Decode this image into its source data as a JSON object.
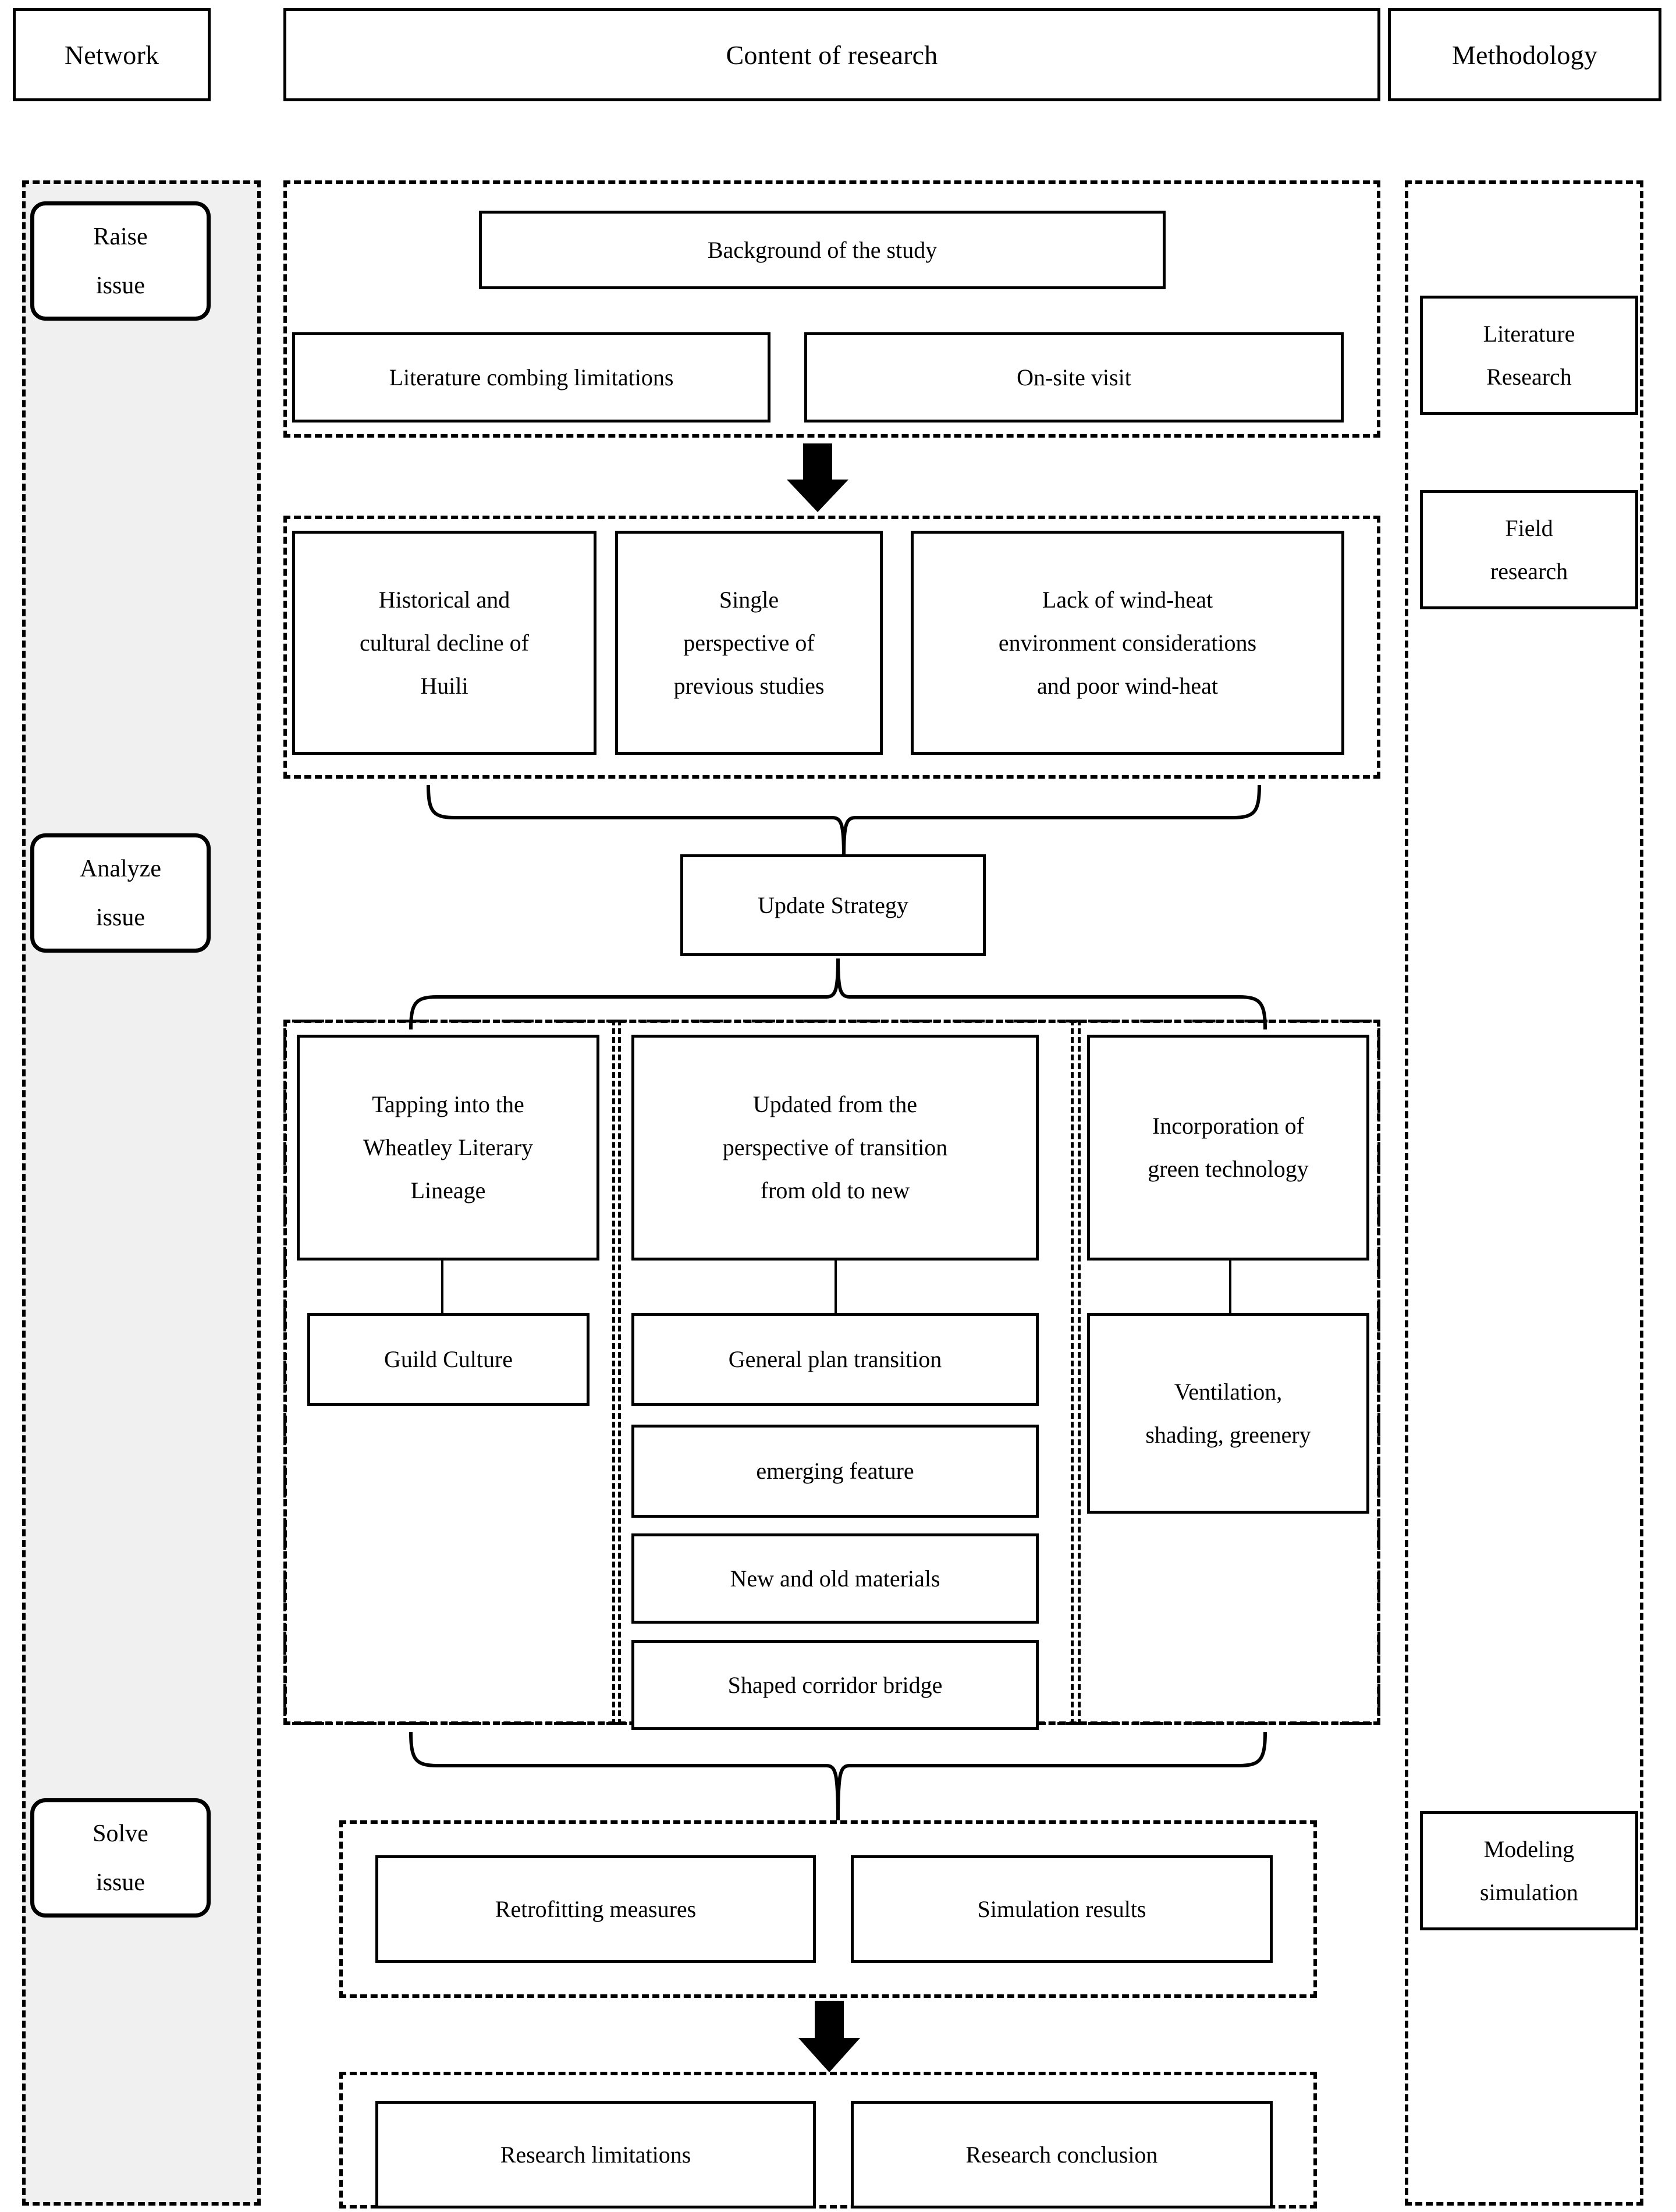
{
  "headers": {
    "network": "Network",
    "content": "Content of research",
    "methodology": "Methodology"
  },
  "network_lane": {
    "items": [
      {
        "label": "Raise\nissue"
      },
      {
        "label": "Analyze\nissue"
      },
      {
        "label": "Solve\nissue"
      }
    ]
  },
  "methodology_lane": {
    "items": [
      {
        "label": "Literature\nResearch"
      },
      {
        "label": "Field\nresearch"
      },
      {
        "label": "Modeling\nsimulation"
      }
    ]
  },
  "content": {
    "stage1": {
      "background": "Background of the study",
      "left": "Literature combing limitations",
      "right": "On-site visit"
    },
    "stage2": {
      "problems": [
        "Historical and\ncultural decline of\nHuili",
        "Single\nperspective of\nprevious studies",
        "Lack of wind-heat\nenvironment considerations\nand poor wind-heat"
      ]
    },
    "stage3": {
      "strategy": "Update Strategy",
      "columns": [
        {
          "head": "Tapping into the\nWheatley Literary\nLineage",
          "children": [
            "Guild Culture"
          ]
        },
        {
          "head": "Updated from the\nperspective of transition\nfrom old to new",
          "children": [
            "General plan transition",
            "emerging feature",
            "New and old materials",
            "Shaped corridor bridge"
          ]
        },
        {
          "head": "Incorporation of\ngreen technology",
          "children": [
            "Ventilation,\nshading, greenery"
          ]
        }
      ]
    },
    "stage4": {
      "left": "Retrofitting measures",
      "right": "Simulation results"
    },
    "stage5": {
      "left": "Research limitations",
      "right": "Research conclusion"
    }
  },
  "colors": {
    "ink": "#000000",
    "paper": "#ffffff",
    "lane_fill": "#f0f0f0"
  }
}
